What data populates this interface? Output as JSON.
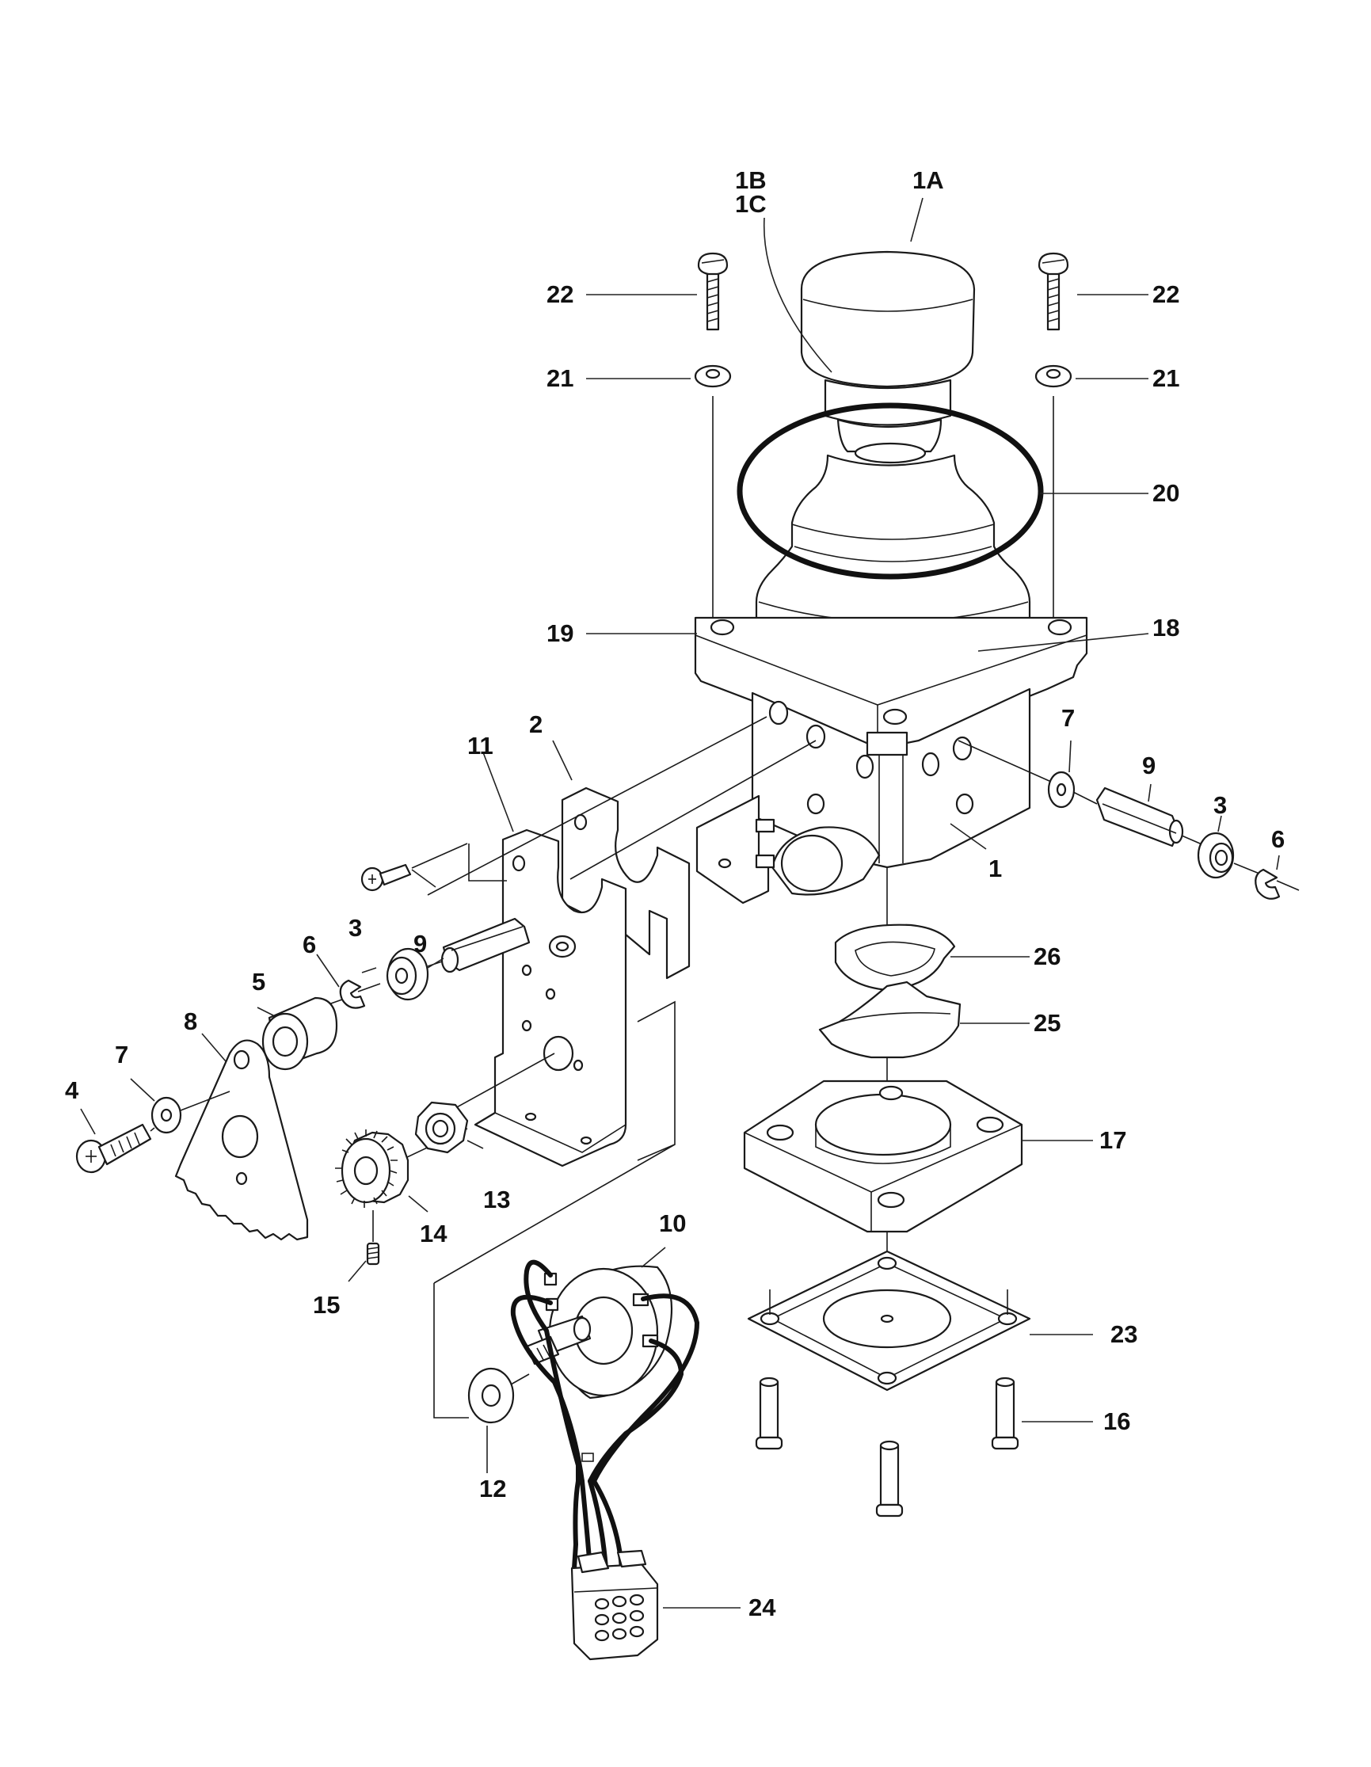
{
  "diagram": {
    "callouts": {
      "c1": "1",
      "c1a": "1A",
      "c1b": "1B",
      "c1c": "1C",
      "c2": "2",
      "c3": "3",
      "c4": "4",
      "c5": "5",
      "c6": "6",
      "c7": "7",
      "c8": "8",
      "c9": "9",
      "c10": "10",
      "c11": "11",
      "c12": "12",
      "c13": "13",
      "c14": "14",
      "c15": "15",
      "c16": "16",
      "c17": "17",
      "c18": "18",
      "c19": "19",
      "c20": "20",
      "c21": "21",
      "c22": "22",
      "c23": "23",
      "c24": "24",
      "c25": "25",
      "c26": "26"
    }
  }
}
